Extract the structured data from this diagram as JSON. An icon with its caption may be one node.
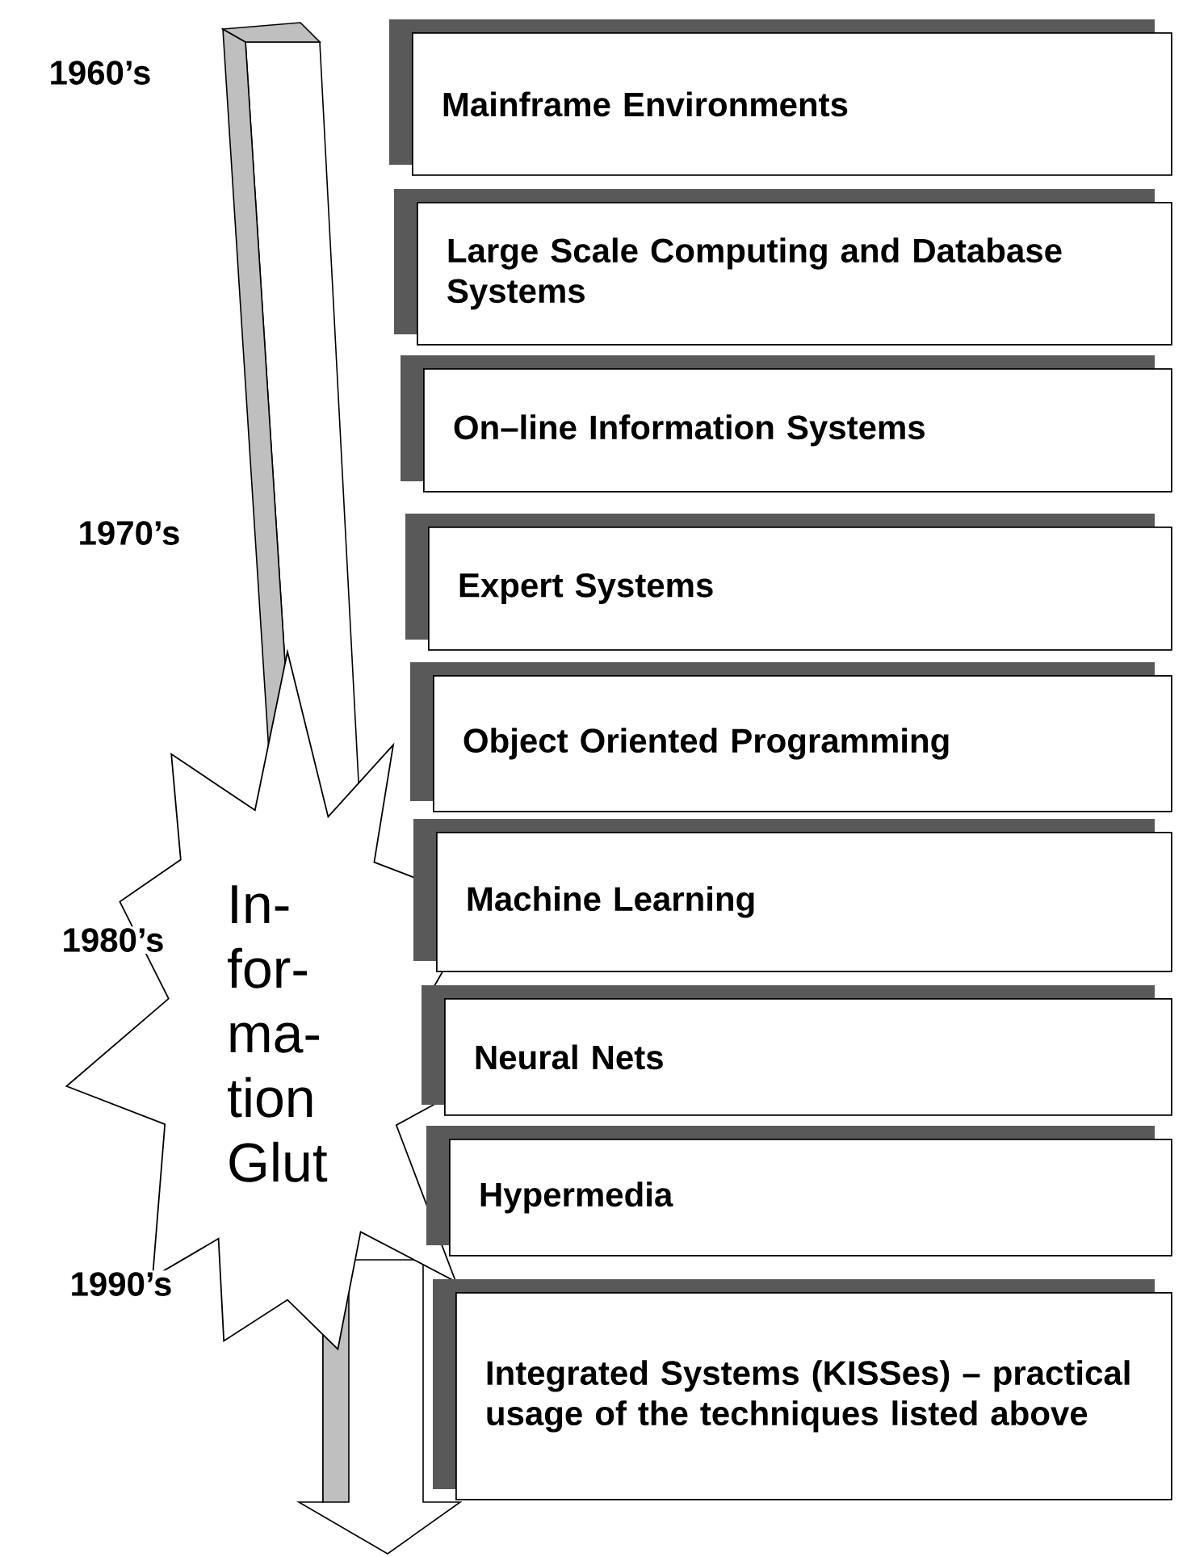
{
  "diagram": {
    "nodes": [
      {
        "text": [
          "Mainframe Environments"
        ]
      },
      {
        "text": [
          "Large Scale Computing and Database Systems"
        ]
      },
      {
        "text": [
          "On–line Information Systems"
        ]
      },
      {
        "text": [
          "Expert Systems"
        ]
      },
      {
        "text": [
          "Object Oriented Programming"
        ]
      },
      {
        "text": [
          "Machine Learning"
        ]
      },
      {
        "text": [
          "Neural Nets"
        ]
      },
      {
        "text": [
          "Hypermedia"
        ]
      },
      {
        "text": [
          "Integrated Systems (KISSes) – practical usage of the techniques listed above"
        ]
      },
      {
        "text": [
          "In- for- ma- tion Glut"
        ]
      }
    ],
    "labels": [
      "1960’s",
      "1970’s",
      "1980’s",
      "1990’s"
    ]
  }
}
